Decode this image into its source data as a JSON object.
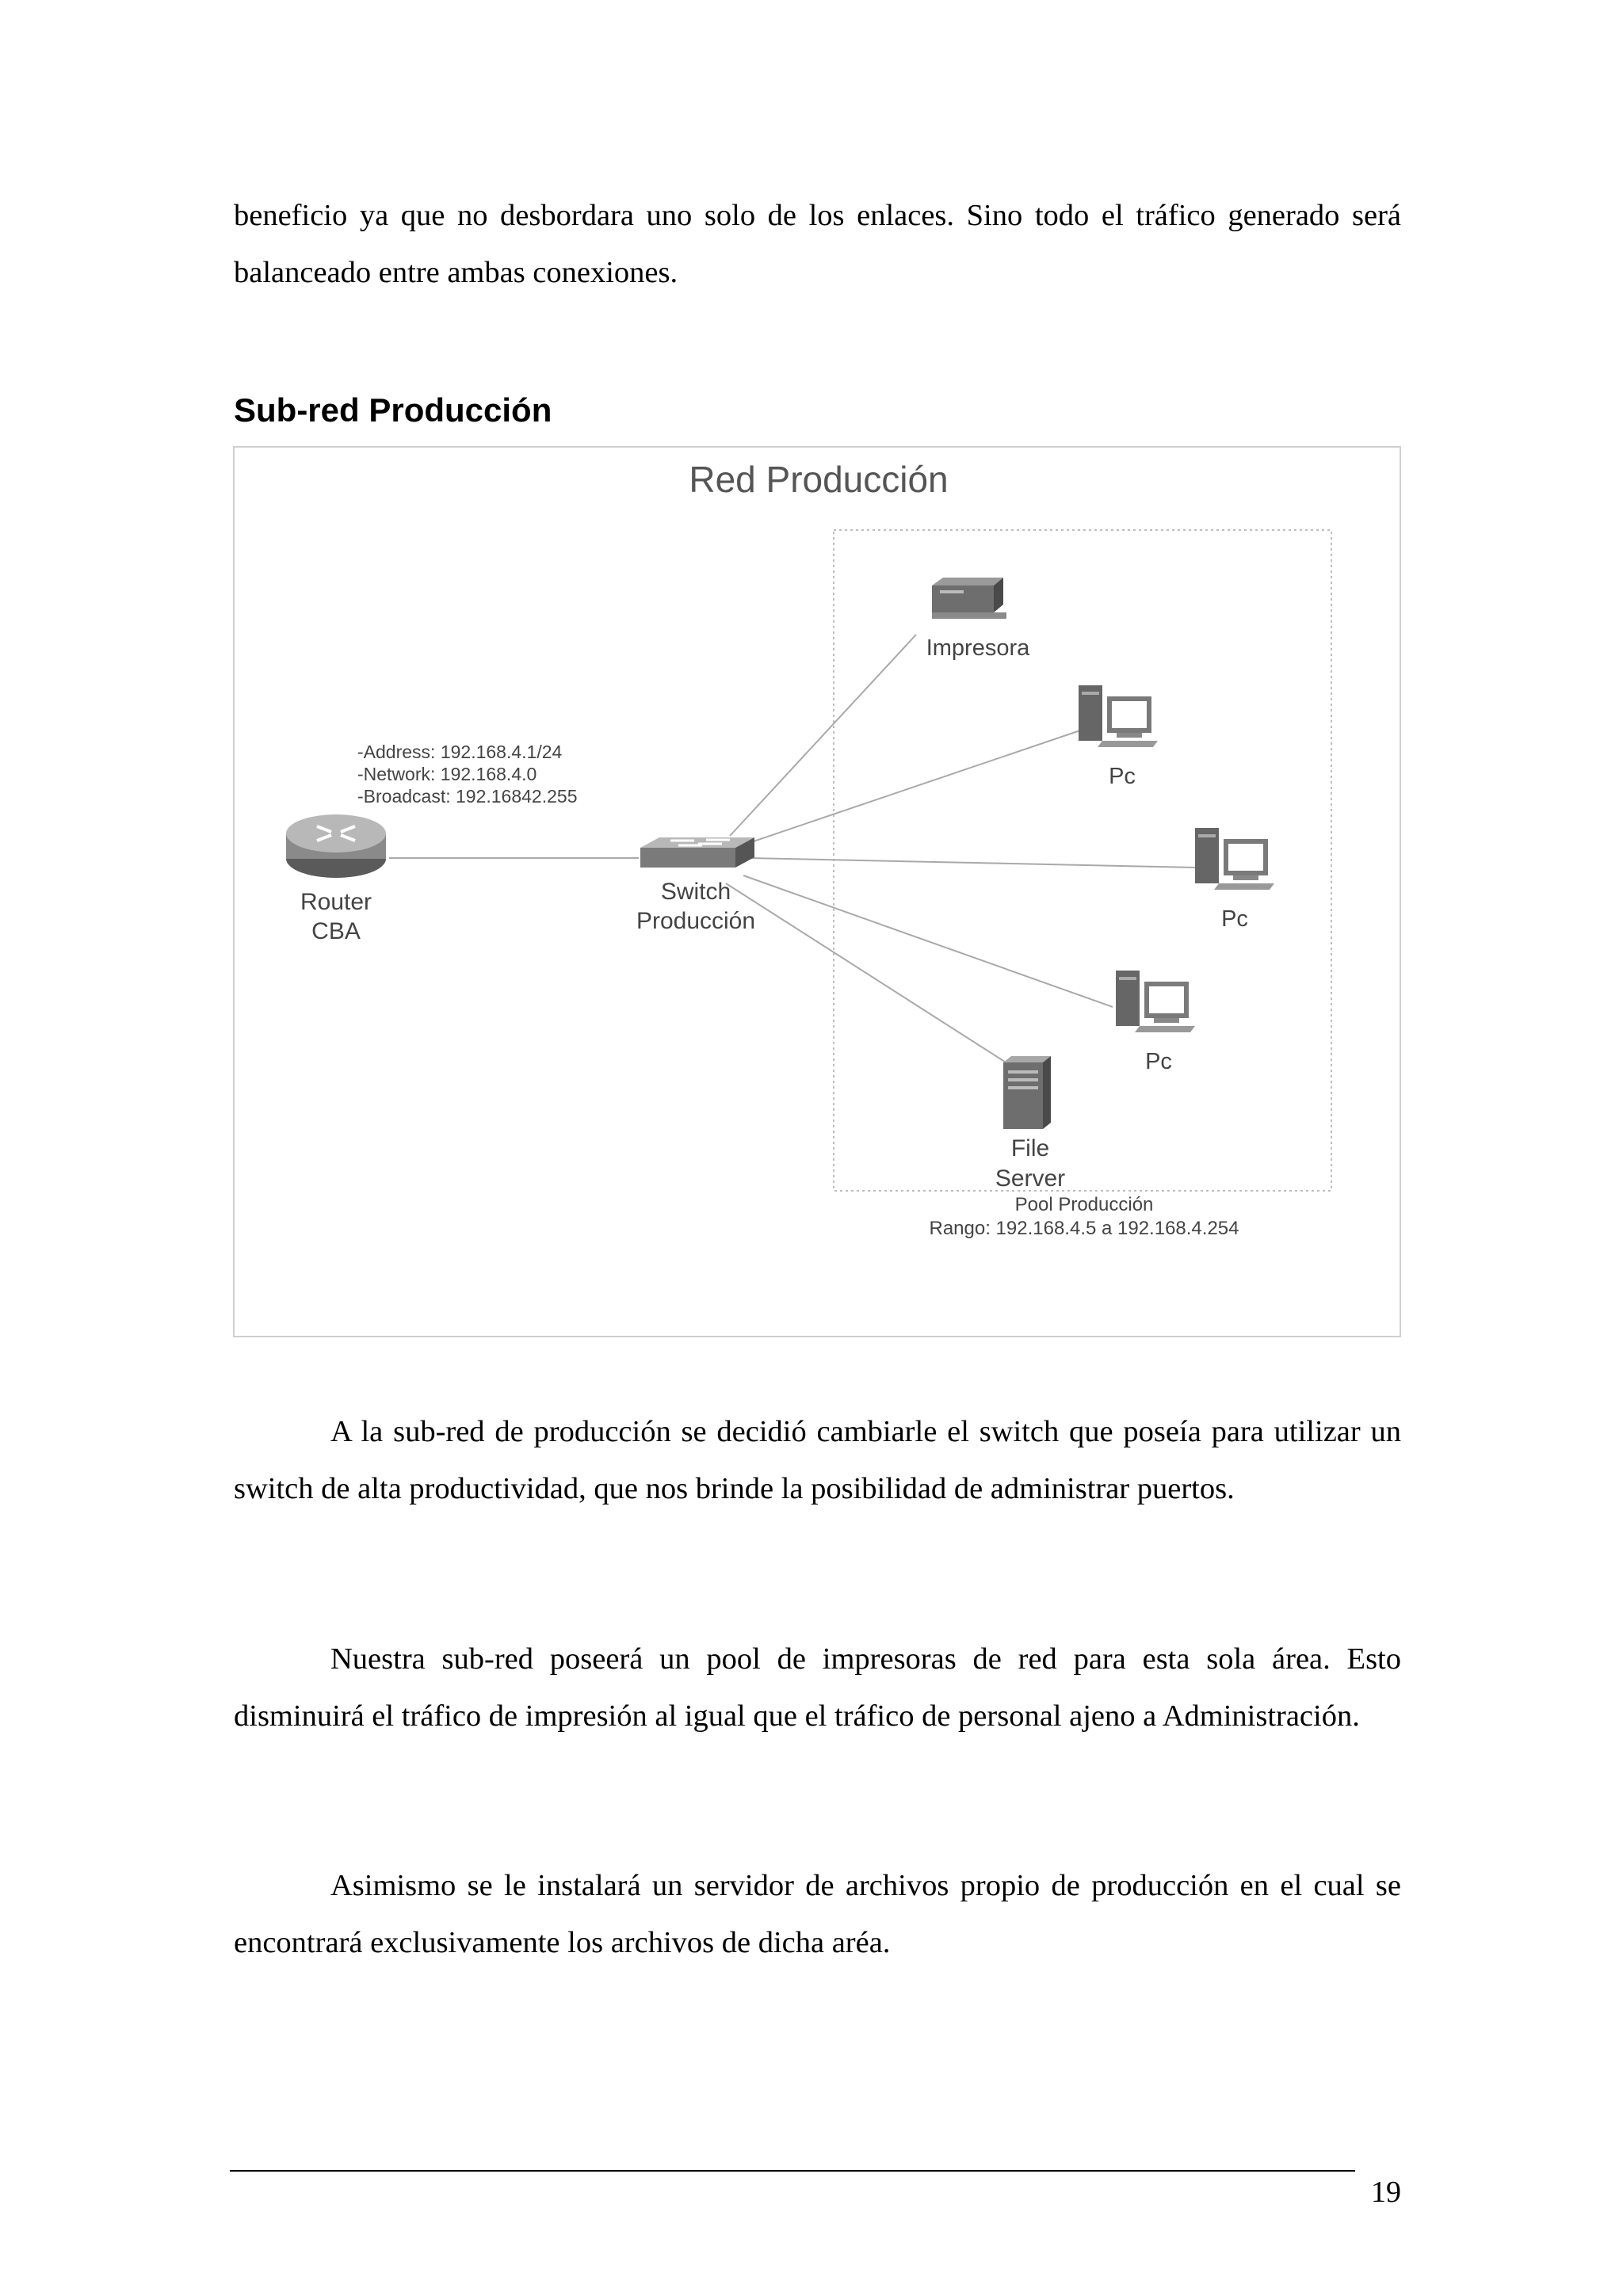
{
  "page": {
    "intro_paragraph": "beneficio ya que no desbordara uno solo de los enlaces. Sino todo el tráfico generado será balanceado entre ambas conexiones.",
    "section_heading": "Sub-red Producción",
    "paragraphs": [
      "A la sub-red de producción se decidió cambiarle el switch que poseía para utilizar un switch de alta productividad, que nos brinde la posibilidad de administrar puertos.",
      "Nuestra sub-red poseerá un pool de impresoras de red para esta sola área. Esto disminuirá el tráfico de impresión al igual que el tráfico de personal ajeno a Administración.",
      "Asimismo se le instalará un servidor de archivos propio de producción en el cual se encontrará exclusivamente los archivos de dicha aréa."
    ],
    "page_number": "19"
  },
  "diagram": {
    "title": "Red Producción",
    "router": {
      "label_line1": "Router",
      "label_line2": "CBA",
      "icon": "router-icon"
    },
    "switch": {
      "label_line1": "Switch",
      "label_line2": "Producción",
      "icon": "switch-icon"
    },
    "router_info": [
      "-Address: 192.168.4.1/24",
      "-Network: 192.168.4.0",
      "-Broadcast: 192.16842.255"
    ],
    "printer": {
      "label": "Impresora",
      "icon": "printer-icon"
    },
    "pcs": [
      {
        "label": "Pc",
        "icon": "pc-icon"
      },
      {
        "label": "Pc",
        "icon": "pc-icon"
      },
      {
        "label": "Pc",
        "icon": "pc-icon"
      }
    ],
    "file_server": {
      "label_line1": "File",
      "label_line2": "Server",
      "icon": "server-icon"
    },
    "pool": {
      "label": "Pool Producción",
      "range": "Rango: 192.168.4.5 a 192.168.4.254"
    }
  }
}
